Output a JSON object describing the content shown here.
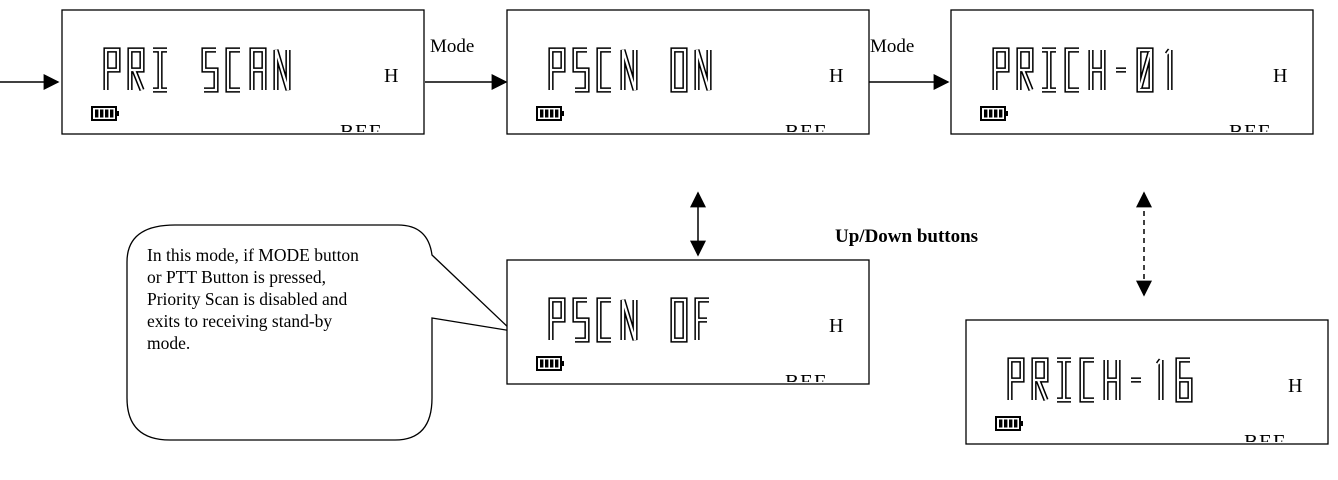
{
  "screens": [
    {
      "text": "PRI SCAN",
      "indicator": "H",
      "footer": "BEF"
    },
    {
      "text": "PSCN ON",
      "indicator": "H",
      "footer": "BEF"
    },
    {
      "text": "PRICH-01",
      "indicator": "H",
      "footer": "BEF"
    },
    {
      "text": "PSCN OF",
      "indicator": "H",
      "footer": "BEF"
    },
    {
      "text": "PRICH-16",
      "indicator": "H",
      "footer": "BEF"
    }
  ],
  "labels": {
    "mode_1": "Mode",
    "mode_2": "Mode",
    "up_down": "Up/Down buttons"
  },
  "callout": {
    "lines": [
      "In this mode, if MODE button",
      "or  PTT Button is pressed,",
      "Priority Scan is disabled and",
      "exits to receiving stand-by",
      "mode."
    ]
  },
  "colors": {
    "stroke": "#000000",
    "background": "#ffffff"
  },
  "icons": {
    "battery": "battery-full-icon"
  }
}
